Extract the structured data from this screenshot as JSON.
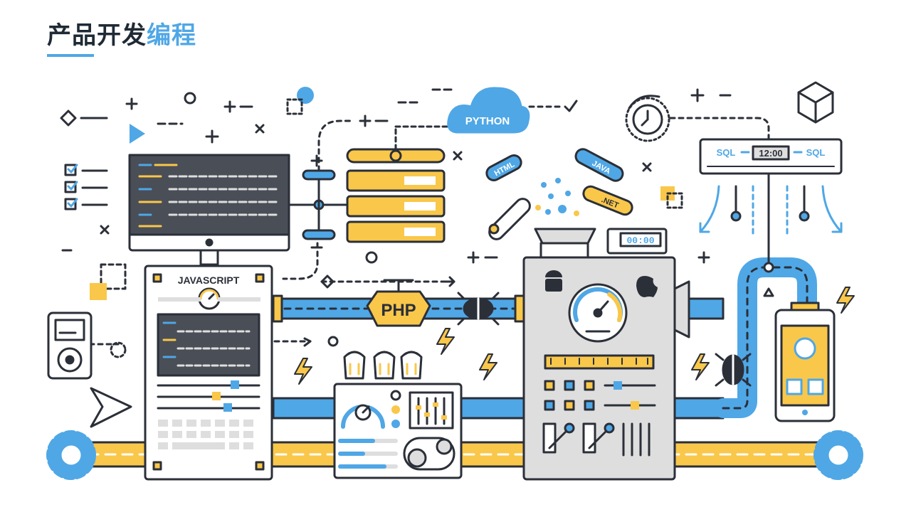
{
  "title": {
    "part1": "产品开发",
    "part2": "编程"
  },
  "labels": {
    "python": "PYTHON",
    "javascript": "JAVASCRIPT",
    "php": "PHP",
    "sql_left": "SQL",
    "sql_right": "SQL",
    "time": "12:00",
    "timer": "00:00",
    "html": "HTML",
    "java": "JAVA",
    "net": ".NET"
  },
  "icons": [
    "cloud-icon",
    "monitor-icon",
    "server-rack-icon",
    "gear-icon",
    "bug-icon",
    "smartphone-icon",
    "android-icon",
    "apple-icon",
    "gauge-icon",
    "test-tube-icon",
    "lightning-icon",
    "ipod-icon",
    "cube-icon",
    "clock-icon",
    "checklist-icon",
    "play-icon"
  ],
  "colors": {
    "accent": "#4fa7e6",
    "yellow": "#f9c74a",
    "outline": "#2b2f38",
    "dark": "#4a4e57",
    "grey": "#dedede"
  }
}
